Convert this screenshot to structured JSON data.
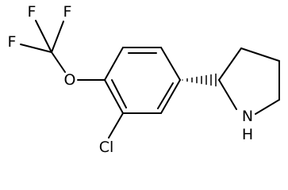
{
  "molecule": {
    "atoms": {
      "f_top_left": "F",
      "f_top_right": "F",
      "f_left": "F",
      "oxygen": "O",
      "chlorine": "Cl",
      "nitrogen": "N",
      "n_hydrogen": "H"
    },
    "colors": {
      "bond": "#000000",
      "label": "#000000",
      "background": "#ffffff"
    }
  }
}
